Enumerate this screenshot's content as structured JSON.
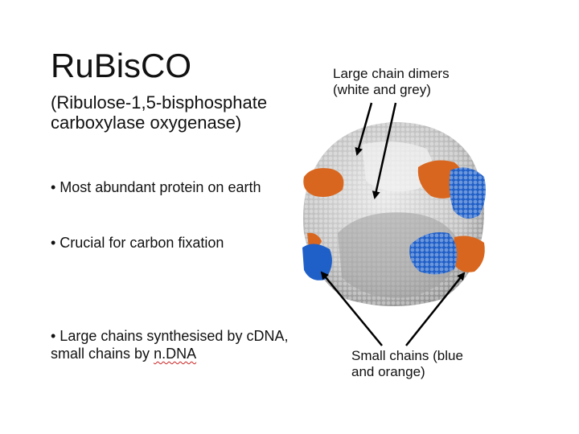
{
  "slide": {
    "title": "RuBisCO",
    "subtitle": "(Ribulose-1,5-bisphosphate carboxylase oxygenase)",
    "bullets": [
      {
        "text": "• Most abundant protein on earth"
      },
      {
        "text": "• Crucial for carbon fixation"
      },
      {
        "prefix": "• Large chains synthesised by c",
        "mid": "DNA, small chains by ",
        "flagged": "n.DNA"
      }
    ],
    "callouts": {
      "top": "Large chain dimers (white and grey)",
      "bottom": "Small chains (blue and orange)"
    }
  },
  "colors": {
    "large_chain_light": "#dcdcdc",
    "large_chain_grey": "#a8a8a8",
    "small_chain_blue": "#1f5fc8",
    "small_chain_orange": "#d9661e"
  }
}
